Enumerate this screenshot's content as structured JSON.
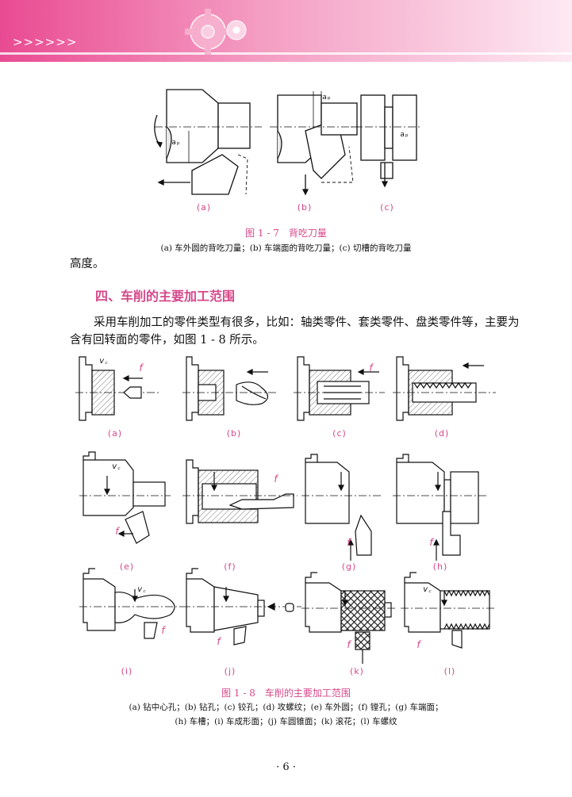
{
  "header": {
    "chevrons": ">>>>>>",
    "colors": {
      "accent": "#d7478a",
      "band_light": "#fbe3ee"
    }
  },
  "figure_1_7": {
    "sublabels": [
      "(a)",
      "(b)",
      "(c)"
    ],
    "symbol_ap": "aₚ",
    "caption": "图 1 - 7　背吃刀量",
    "subcaption": "(a) 车外圆的背吃刀量；(b) 车端面的背吃刀量；(c) 切槽的背吃刀量"
  },
  "text": {
    "line_top": "高度。",
    "section_heading": "四、车削的主要加工范围",
    "para_line1": "采用车削加工的零件类型有很多，比如：轴类零件、套类零件、盘类零件等，主要为",
    "para_line2": "含有回转面的零件，如图 1 - 8 所示。"
  },
  "figure_1_8": {
    "symbol_vc": "v꜀",
    "symbol_f": "f",
    "sublabels": [
      "(a)",
      "(b)",
      "(c)",
      "(d)",
      "(e)",
      "(f)",
      "(g)",
      "(h)",
      "(i)",
      "(j)",
      "(k)",
      "(l)"
    ],
    "caption": "图 1 - 8　车削的主要加工范围",
    "subcaption_line1": "(a) 钻中心孔；(b) 钻孔；(c) 铰孔；(d) 攻螺纹；(e) 车外圆；(f) 镗孔；(g) 车端面；",
    "subcaption_line2": "(h) 车槽；(i) 车成形面；(j) 车圆锥面；(k) 滚花；(l) 车螺纹"
  },
  "footer": {
    "page_number": "· 6 ·"
  }
}
